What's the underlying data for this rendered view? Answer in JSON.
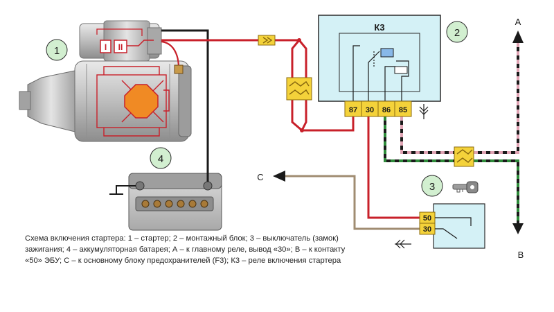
{
  "labels": {
    "starter": "1",
    "mounting_block": "2",
    "ignition_switch": "3",
    "battery": "4"
  },
  "relay": {
    "name": "К3",
    "pins": [
      "87",
      "30",
      "86",
      "85"
    ]
  },
  "switch_pins": [
    "50",
    "30"
  ],
  "solenoid_marks": [
    "I",
    "II"
  ],
  "endpoints": {
    "a": "А",
    "b": "В",
    "c": "С"
  },
  "caption": "Схема включения стартера: 1 – стартер; 2 – монтажный блок; 3 – выключатель (замок) зажигания; 4 – аккумуляторная батарея; А – к главному реле, вывод «30»; В – к контакту «50» ЭБУ; С – к основному блоку предохранителей (F3); К3 – реле включения стартера",
  "colors": {
    "wire_red": "#c8202a",
    "wire_black": "#1a1a1a",
    "wire_brown": "#a08c72",
    "wire_green": "#2e8b3a",
    "wire_pink": "#e0a4b4",
    "connector_yellow": "#f4d23a",
    "block_cyan": "#d4f1f6",
    "label_green": "#d2efd0",
    "starter_highlight": "#f08a24"
  },
  "icons": [
    "key-icon",
    "ground-symbol",
    "arrow-up-icon",
    "arrow-down-icon",
    "arrow-left-icon"
  ]
}
